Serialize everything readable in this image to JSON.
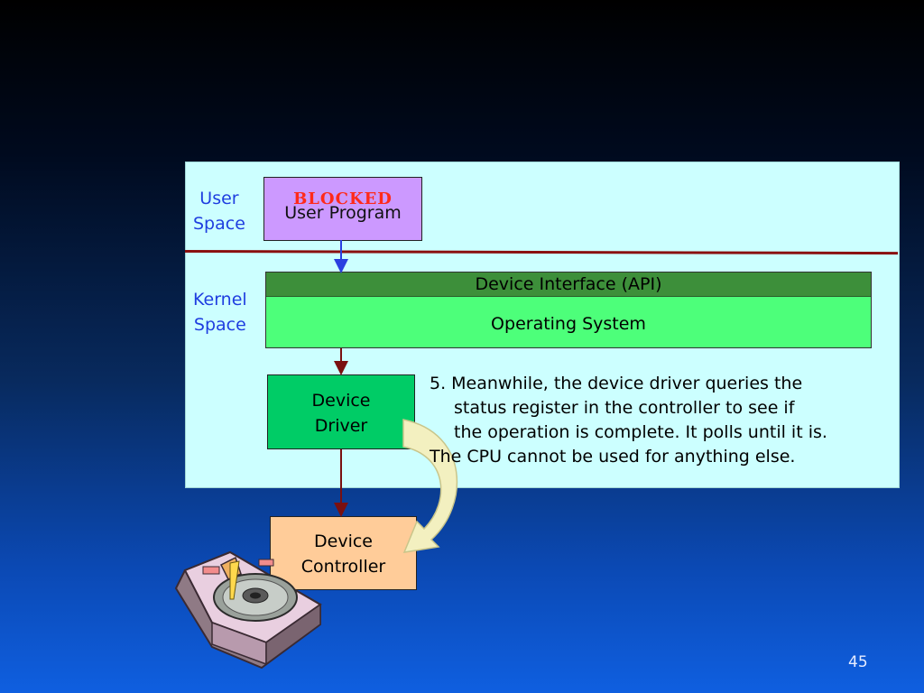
{
  "labels": {
    "user_space": [
      "User",
      "Space"
    ],
    "kernel_space": [
      "Kernel",
      "Space"
    ]
  },
  "user_program": {
    "blocked": "BLOCKED",
    "label": "User Program"
  },
  "os": {
    "api": "Device Interface (API)",
    "label": "Operating System"
  },
  "driver": [
    "Device",
    "Driver"
  ],
  "controller": [
    "Device",
    "Controller"
  ],
  "note": {
    "lines": [
      "5. Meanwhile, the device driver queries the",
      "status register in the controller to see if",
      "the operation is complete. It polls until it is.",
      "The CPU cannot be used for anything else."
    ]
  },
  "page_number": "45",
  "colors": {
    "panel": "#ccffff",
    "user_program": "#cc99ff",
    "os": "#4dff7a",
    "api": "#3d8f3a",
    "driver": "#00cc66",
    "controller": "#ffcc99",
    "blocked": "#ff2a1a",
    "label_blue": "#1f3ee0"
  },
  "icons": [
    "hard-disk-icon",
    "curved-arrow-icon"
  ]
}
